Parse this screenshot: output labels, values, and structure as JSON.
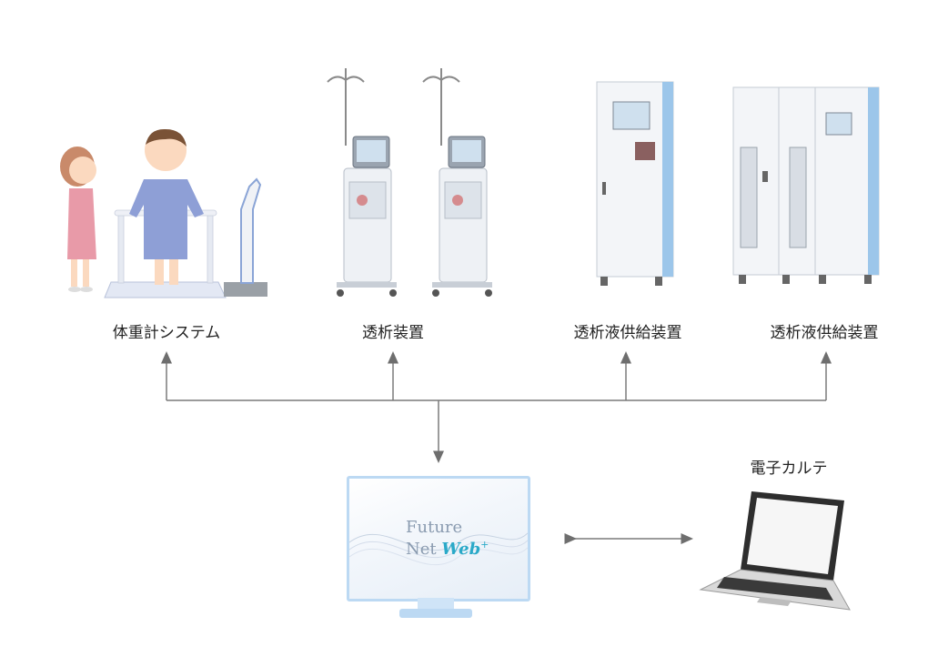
{
  "nodes": {
    "weight_system": {
      "label": "体重計システム"
    },
    "dialysis_unit": {
      "label": "透析装置"
    },
    "dialysate_supply_1": {
      "label": "透析液供給装置"
    },
    "dialysate_supply_2": {
      "label": "透析液供給装置"
    },
    "ehr": {
      "label": "電子カルテ"
    },
    "server": {
      "logo_line1": "Future",
      "logo_line2_a": "Net",
      "logo_line2_b": "Web",
      "logo_plus": "+"
    }
  },
  "edges": [
    {
      "from": "server",
      "to": "weight_system",
      "style": "arrow"
    },
    {
      "from": "server",
      "to": "dialysis_unit",
      "style": "arrow"
    },
    {
      "from": "server",
      "to": "dialysate_supply_1",
      "style": "arrow"
    },
    {
      "from": "server",
      "to": "dialysate_supply_2",
      "style": "arrow"
    },
    {
      "from": "bus",
      "to": "server",
      "style": "arrow"
    },
    {
      "from": "server",
      "to": "ehr",
      "style": "double-arrow"
    }
  ]
}
